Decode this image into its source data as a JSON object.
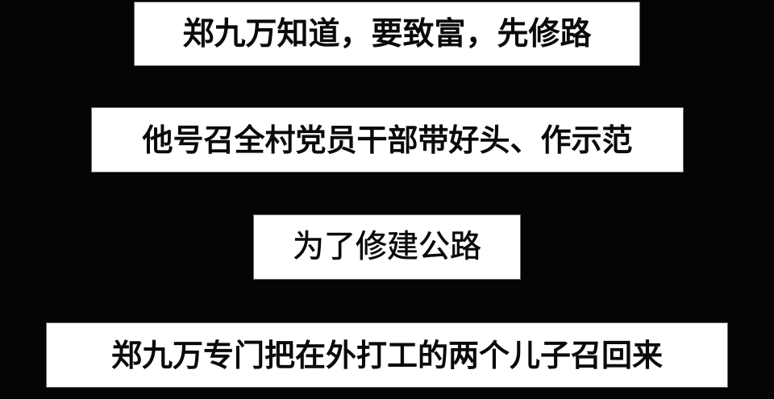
{
  "background_color": "#050505",
  "captions": [
    {
      "text": "郑九万知道，要致富，先修路"
    },
    {
      "text": "他号召全村党员干部带好头、作示范"
    },
    {
      "text": "为了修建公路"
    },
    {
      "text": "郑九万专门把在外打工的两个儿子召回来"
    }
  ]
}
